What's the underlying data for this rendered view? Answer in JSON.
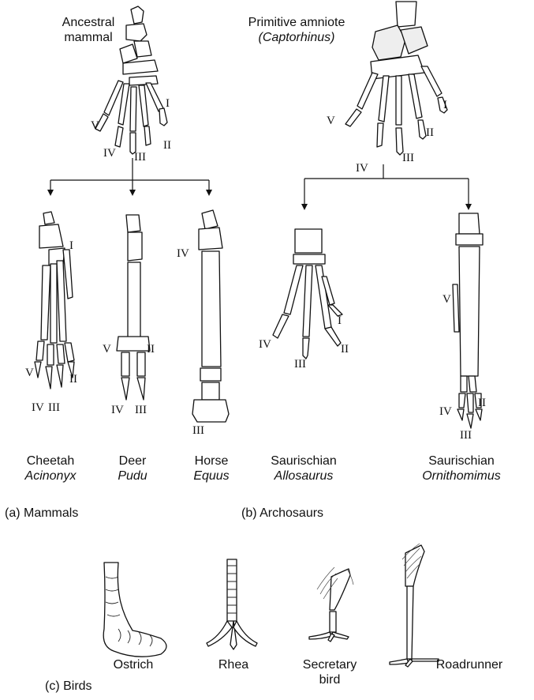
{
  "top_left": {
    "title_line1": "Ancestral",
    "title_line2": "mammal",
    "digits": [
      "I",
      "II",
      "III",
      "IV",
      "V"
    ]
  },
  "top_right": {
    "title_line1": "Primitive amniote",
    "title_line2": "(Captorhinus)",
    "digits": [
      "I",
      "II",
      "III",
      "IV",
      "V"
    ]
  },
  "mammals": [
    {
      "common": "Cheetah",
      "genus": "Acinonyx",
      "digits": [
        "I",
        "II",
        "V",
        "IV",
        "III"
      ]
    },
    {
      "common": "Deer",
      "genus": "Pudu",
      "digits": [
        "V",
        "II",
        "IV",
        "III"
      ]
    },
    {
      "common": "Horse",
      "genus": "Equus",
      "digits": [
        "IV",
        "III"
      ]
    }
  ],
  "archosaurs": [
    {
      "common": "Saurischian",
      "genus": "Allosaurus",
      "digits": [
        "I",
        "IV",
        "II",
        "III"
      ]
    },
    {
      "common": "Saurischian",
      "genus": "Ornithomimus",
      "digits": [
        "V",
        "IV",
        "II",
        "III"
      ]
    }
  ],
  "panels": {
    "a": "(a) Mammals",
    "b": "(b) Archosaurs",
    "c": "(c) Birds"
  },
  "birds": [
    {
      "name_line1": "Ostrich",
      "name_line2": ""
    },
    {
      "name_line1": "Rhea",
      "name_line2": ""
    },
    {
      "name_line1": "Secretary",
      "name_line2": "bird"
    },
    {
      "name_line1": "Roadrunner",
      "name_line2": ""
    }
  ]
}
